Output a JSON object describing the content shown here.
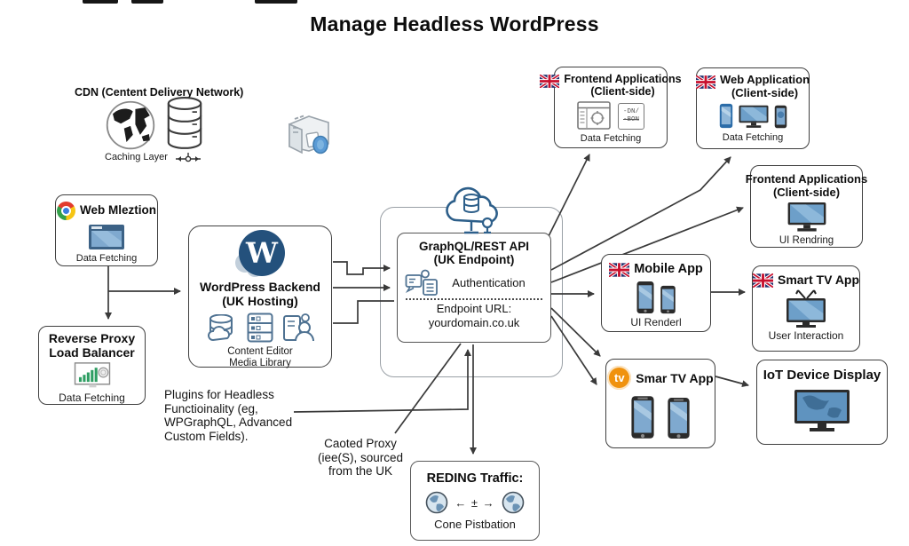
{
  "title": "Manage Headless WordPress",
  "cdn": {
    "label": "CDN (Centent Delivery Network)",
    "caption": "Caching Layer"
  },
  "web_mleztion": {
    "title": "Web Mleztion",
    "caption": "Data Fetching"
  },
  "reverse_proxy": {
    "line1": "Reverse Proxy",
    "line2": "Load Balancer",
    "caption": "Data Fetching"
  },
  "wordpress": {
    "logo_letter": "W",
    "line1": "WordPress Backend",
    "line2": "(UK Hosting)",
    "caption1": "Content Editor",
    "caption2": "Media Library"
  },
  "api": {
    "line1": "GraphQL/REST API",
    "line2": "(UK Endpoint)",
    "auth": "Authentication",
    "endpoint_label": "Endpoint URL:",
    "endpoint_value": "yourdomain.co.uk"
  },
  "frontend_top": {
    "line1": "Frontend Applications",
    "line2": "(Client-side)",
    "caption": "Data Fetching",
    "doc_line1": "-DN/",
    "doc_line2": "-BON"
  },
  "web_app": {
    "line1": "Web Application",
    "line2": "(Client-side)",
    "caption": "Data Fetching"
  },
  "frontend_right": {
    "line1": "Frontend Applications",
    "line2": "(Client-side)",
    "caption": "UI Rendring"
  },
  "mobile_app": {
    "title": "Mobile App",
    "caption": "UI Renderl"
  },
  "smart_tv": {
    "title": "Smart TV App",
    "caption": "User Interaction"
  },
  "smar_tv": {
    "title": "Smar TV App",
    "badge": "tv"
  },
  "iot": {
    "title": "IoT Device Display"
  },
  "plugins_note": {
    "line1": "Plugins for Headless",
    "line2": "Functioinality (eg,",
    "line3": "WPGraphQL, Advanced",
    "line4": "Custom Fields)."
  },
  "proxy_note": {
    "line1": "Caoted Proxy",
    "line2": "(iee(S), sourced",
    "line3": "from the UK"
  },
  "reding": {
    "title": "REDING Traffic:",
    "glyphs": "← ± →",
    "caption": "Cone Pistbation"
  },
  "colors": {
    "wordpress_navy": "#24517c",
    "cloud_blue": "#2d5f8a",
    "flag_navy": "#23306e",
    "flag_red": "#c8102e",
    "tv_orange": "#f0920e",
    "chart_green": "#2f9e63",
    "screen_blue": "#6d9fc9",
    "line_gray": "#3a3a3a"
  },
  "icons": {
    "world_map": "globe-continents",
    "database_stack": "db-cylinders",
    "print_server": "printer-3d",
    "chrome": "chrome-logo",
    "browser_window": "browser-window",
    "bar_chart_gauge": "chart-board",
    "wordpress": "wordpress-w",
    "db_cloud": "database-cloud",
    "server_rack": "server-rack",
    "editor_person": "person-tablet",
    "cloud_database": "cloud-db",
    "auth_chat": "auth-bubble-doc",
    "uk_flag": "union-jack",
    "wireframe": "browser-wireframe",
    "code_doc": "code-document",
    "phone": "smartphone",
    "monitor": "desktop-monitor",
    "tv_antenna": "tv-with-antenna",
    "tv_badge": "orange-tv-circle",
    "globe": "globe",
    "iot_monitor": "display-panel"
  }
}
